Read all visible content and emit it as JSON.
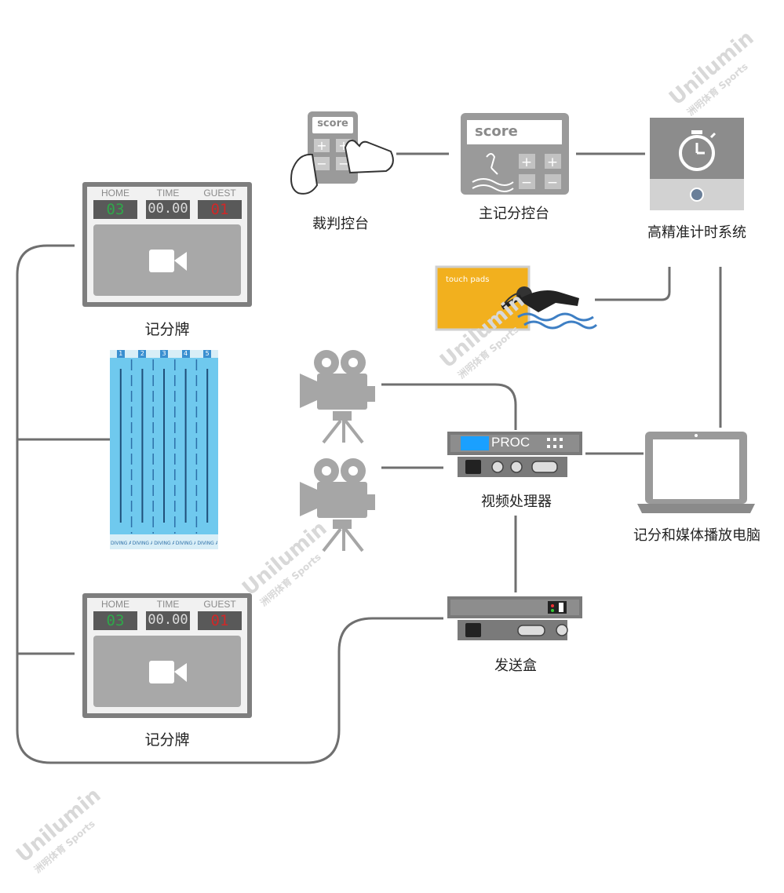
{
  "watermark": {
    "brand": "Unilumin",
    "sub": "洲明体育 Sports"
  },
  "scoreboard": {
    "home_label": "HOME",
    "time_label": "TIME",
    "guest_label": "GUEST",
    "home_score": "03",
    "time_value": "00.00",
    "guest_score": "01",
    "name": "记分牌"
  },
  "referee_console": {
    "name": "裁判控台",
    "screen_text": "score"
  },
  "main_console": {
    "name": "主记分控台",
    "screen_text": "score"
  },
  "timing_system": {
    "name": "高精准计时系统"
  },
  "touch_pad": {
    "label": "touch pads"
  },
  "pool": {
    "lanes": [
      "1",
      "2",
      "3",
      "4",
      "5"
    ],
    "area_text": "DIVING AREA"
  },
  "video_processor": {
    "name": "视频处理器",
    "brand": "PROC"
  },
  "sender_box": {
    "name": "发送盒"
  },
  "media_pc": {
    "name": "记分和媒体播放电脑"
  },
  "colors": {
    "line": "#6f6f6f",
    "device": "#9a9a9a",
    "home_digit": "#2fa84a",
    "guest_digit": "#d02828",
    "proc_display": "#1aa0ff",
    "pool_water": "#6fc9ee",
    "touch_pad": "#f2b01e"
  }
}
